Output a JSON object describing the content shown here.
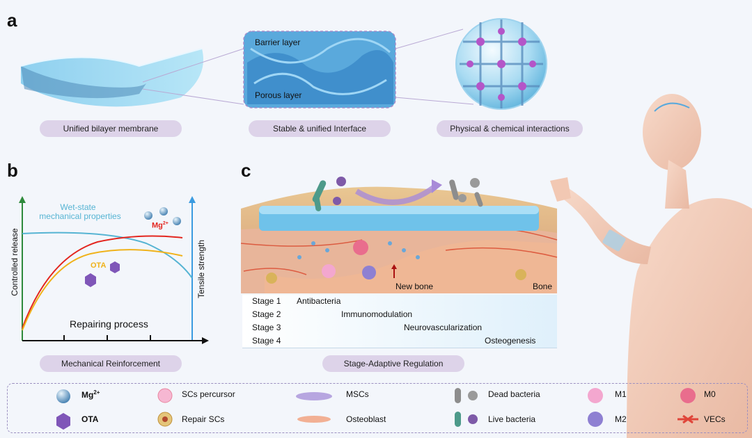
{
  "panel_a": {
    "letter": "a",
    "zoom_labels": {
      "barrier": "Barrier layer",
      "porous": "Porous layer"
    },
    "captions": [
      "Unified bilayer membrane",
      "Stable & unified Interface",
      "Physical & chemical interactions"
    ]
  },
  "panel_b": {
    "letter": "b",
    "wet_state_line1": "Wet-state",
    "wet_state_line2": "mechanical properties",
    "mg_label": "Mg",
    "mg_sup": "2+",
    "ota_label": "OTA",
    "y_left_label": "Controlled release",
    "y_right_label": "Tensile strength",
    "x_label": "Repairing process",
    "caption": "Mechanical Reinforcement",
    "colors": {
      "wet_state": "#56b4d3",
      "mg": "#e3261f",
      "ota": "#f0b21a",
      "axis_left": "#2f8a3c",
      "axis_right": "#3b9be0"
    }
  },
  "panel_c": {
    "letter": "c",
    "new_bone": "New bone",
    "bone": "Bone",
    "stages": [
      {
        "name": "Stage 1",
        "desc": "Antibacteria"
      },
      {
        "name": "Stage 2",
        "desc": "Immunomodulation"
      },
      {
        "name": "Stage 3",
        "desc": "Neurovascularization"
      },
      {
        "name": "Stage 4",
        "desc": "Osteogenesis"
      }
    ],
    "caption": "Stage-Adaptive Regulation"
  },
  "legend": {
    "mg": "Mg",
    "mg_sup": "2+",
    "ota": "OTA",
    "scs_precursor": "SCs percursor",
    "repair_scs": "Repair SCs",
    "mscs": "MSCs",
    "osteoblast": "Osteoblast",
    "dead_bacteria": "Dead bacteria",
    "live_bacteria": "Live bacteria",
    "m1": "M1",
    "m2": "M2",
    "m0": "M0",
    "vecs": "VECs"
  }
}
